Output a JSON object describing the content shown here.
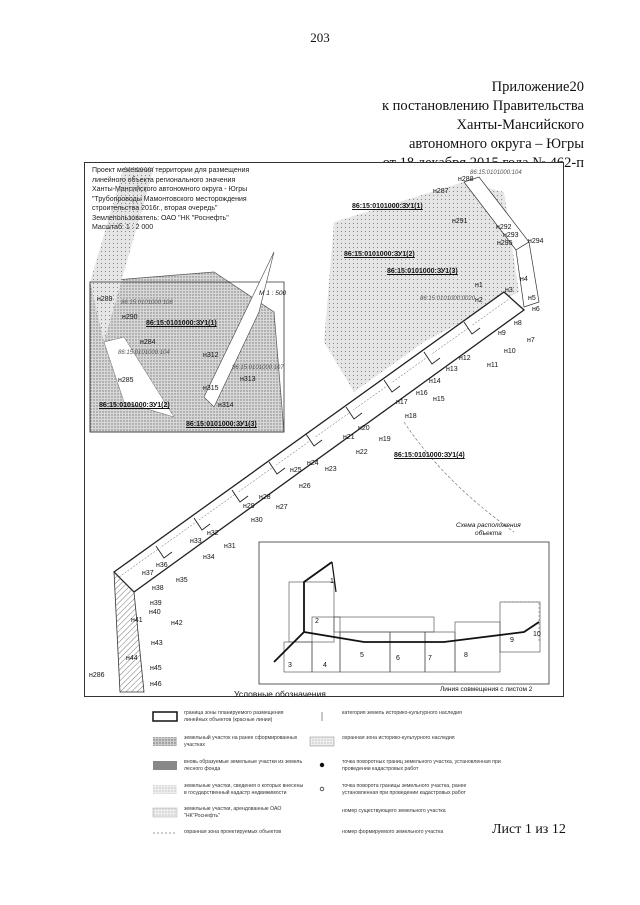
{
  "page_number": "203",
  "appendix": {
    "line1": "Приложение20",
    "line2": "к постановлению Правительства",
    "line3": "Ханты-Мансийского",
    "line4": "автономного округа – Югры",
    "line5": "от 18 декабря 2015 года № 462-п"
  },
  "map_info": {
    "line1": "Проект межевания территории для размещения",
    "line2": "линейного объекта регионального значения",
    "line3": "Ханты-Мансийского автономного округа - Югры",
    "line4": "\"Трубопроводы Мамонтовского месторождения",
    "line5": "строительства 2016г., вторая очередь\"",
    "line6": "Землепользователь: ОАО \"НК \"Роснефть\"",
    "line7": "Масштаб: 1 : 2 000"
  },
  "inset_scale": "М 1 : 500",
  "cadastral_labels": {
    "zu1_1_top": "86:15:0101000:ЗУ1(1)",
    "zu1_2_top": "86:15:0101000:ЗУ1(2)",
    "zu1_3_top": "86:15:0101000:ЗУ1(3)",
    "zu1_1_inset": "86:15:0101000:ЗУ1(1)",
    "zu1_2_inset": "86:15:0101000:ЗУ1(2)",
    "zu1_3_inset": "86:15:0101000:ЗУ1(3)",
    "zu1_4": "86:15:0101000:ЗУ1(4)"
  },
  "gray_cadastral": {
    "a": "86:15:0101000:104",
    "b": "86:15:0101000:106",
    "c": "86:15:0101000:104",
    "d": "86:15:0101000:107",
    "e": "86:15:0101000:0020"
  },
  "points": {
    "n288": "н288",
    "n287": "н287",
    "n291": "н291",
    "n1": "н1",
    "n2": "н2",
    "n3": "н3",
    "n4": "н4",
    "n5": "н5",
    "n6": "н6",
    "n7": "н7",
    "n8": "н8",
    "n9": "н9",
    "n10": "н10",
    "n11": "н11",
    "n12": "н12",
    "n13": "н13",
    "n14": "н14",
    "n15": "н15",
    "n16": "н16",
    "n17": "н17",
    "n18": "н18",
    "n19": "н19",
    "n20": "н20",
    "n21": "н21",
    "n22": "н22",
    "n23": "н23",
    "n24": "н24",
    "n25": "н25",
    "n26": "н26",
    "n27": "н27",
    "n28": "н28",
    "n29": "н29",
    "n30": "н30",
    "n31": "н31",
    "n32": "н32",
    "n33": "н33",
    "n34": "н34",
    "n35": "н35",
    "n36": "н36",
    "n37": "н37",
    "n38": "н38",
    "n39": "н39",
    "n40": "н40",
    "n41": "н41",
    "n42": "н42",
    "n43": "н43",
    "n44": "н44",
    "n45": "н45",
    "n46": "н46",
    "n289": "н289",
    "n290": "н290",
    "n284": "н284",
    "n285": "н285",
    "n312": "н312",
    "n313": "н313",
    "n314": "н314",
    "n315": "н315",
    "n286": "н286",
    "n292": "н292",
    "n293": "н293",
    "n294": "н294",
    "n295": "н295"
  },
  "schema": {
    "title_line1": "Схема расположения",
    "title_line2": "объекта",
    "sheets": [
      "1",
      "2",
      "3",
      "4",
      "5",
      "6",
      "7",
      "8",
      "9",
      "10"
    ]
  },
  "junction_label": "Линия совмещения с листом 2",
  "legend": {
    "title": "Условные обозначения",
    "items": [
      "граница зоны планируемого размещения линейных объектов (красные линии)",
      "земельный участок на ранее сформированных участках",
      "вновь образуемые земельные участки из земель лесного фонда",
      "земельные участки, сведения о которых внесены в государственный кадастр недвижимости",
      "земельные участки, арендованные ОАО \"НК\"Роснефть\"",
      "охранная зона проектируемых объектов",
      "категория земель историко-культурного наследия",
      "охранная зона историко-культурного наследия",
      "точка поворотных границ земельного участка, установленная при проведении кадастровых работ",
      "точка поворота границы земельного участка, ранее установленная при проведении кадастровых работ",
      "номер существующего земельного участка",
      "номер формируемого земельного участка"
    ]
  },
  "sheet": "Лист 1 из 12"
}
